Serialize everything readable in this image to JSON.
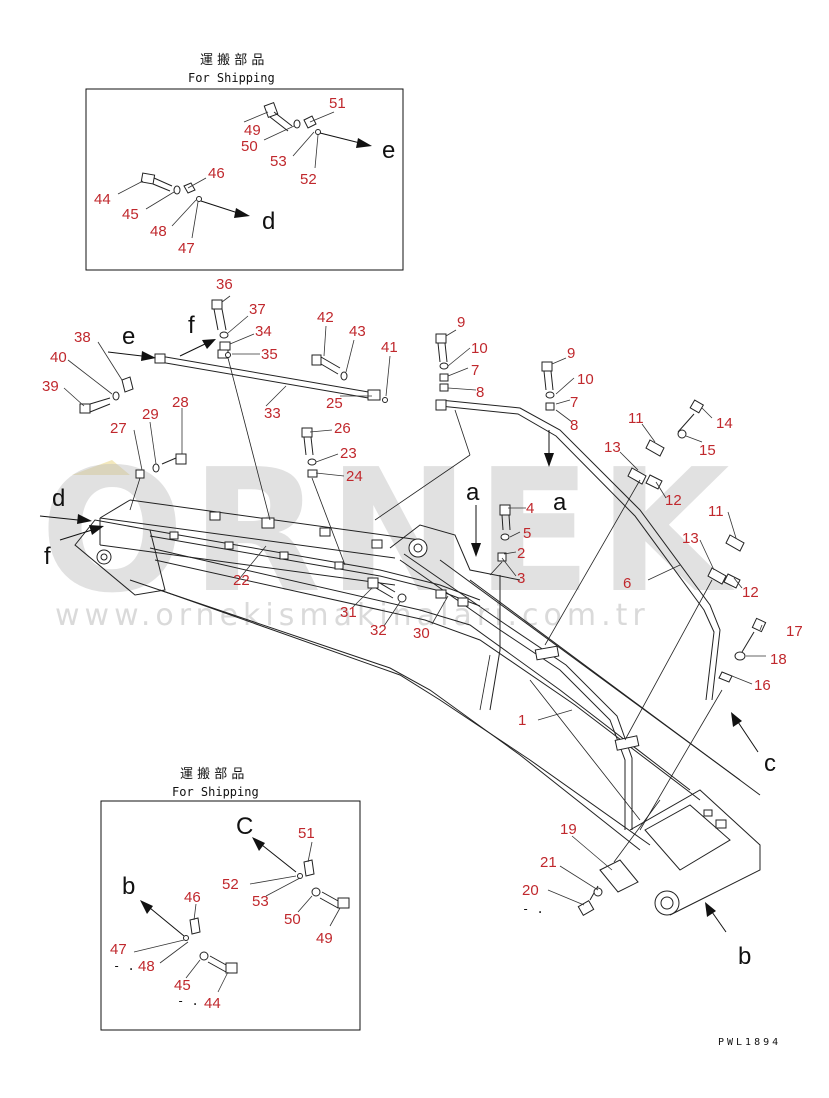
{
  "watermark": {
    "brand": "ORNEK",
    "url": "www.ornekismakinalari.com.tr"
  },
  "top_box": {
    "title_jp": "運 搬 部 品",
    "title_en": "For Shipping"
  },
  "bottom_box": {
    "title_jp": "運 搬 部 品",
    "title_en": "For Shipping"
  },
  "drawing_code": "PWL1894",
  "top_box_labels": {
    "n49": "49",
    "n50": "50",
    "n51": "51",
    "n53": "53",
    "n52": "52",
    "n44": "44",
    "n45": "45",
    "n46": "46",
    "n48": "48",
    "n47": "47",
    "le": "e",
    "ld": "d"
  },
  "bottom_box_labels": {
    "n51": "51",
    "n52": "52",
    "n53": "53",
    "n50": "50",
    "n49": "49",
    "n46": "46",
    "n47": "47",
    "n48": "48",
    "n45": "45",
    "n44": "44",
    "lc": "C",
    "lb": "b"
  },
  "main_labels": {
    "n36": "36",
    "n37": "37",
    "n34": "34",
    "n35": "35",
    "n38": "38",
    "n40": "40",
    "n39": "39",
    "n42": "42",
    "n43": "43",
    "n41": "41",
    "n33": "33",
    "n25": "25",
    "n9a": "9",
    "n10a": "10",
    "n7a": "7",
    "n8a": "8",
    "n9b": "9",
    "n10b": "10",
    "n7b": "7",
    "n8b": "8",
    "n11a": "11",
    "n14": "14",
    "n15": "15",
    "n13a": "13",
    "n12a": "12",
    "n11b": "11",
    "n13b": "13",
    "n12b": "12",
    "n27": "27",
    "n29": "29",
    "n28": "28",
    "n26": "26",
    "n23": "23",
    "n24": "24",
    "n4": "4",
    "n5": "5",
    "n2": "2",
    "n3": "3",
    "n6": "6",
    "n17": "17",
    "n18": "18",
    "n16": "16",
    "n22": "22",
    "n31": "31",
    "n32": "32",
    "n30": "30",
    "n1": "1",
    "n19": "19",
    "n21": "21",
    "n20": "20",
    "le": "e",
    "lf1": "f",
    "ld": "d",
    "lf2": "f",
    "la1": "a",
    "la2": "a",
    "lc": "c",
    "lb": "b"
  }
}
